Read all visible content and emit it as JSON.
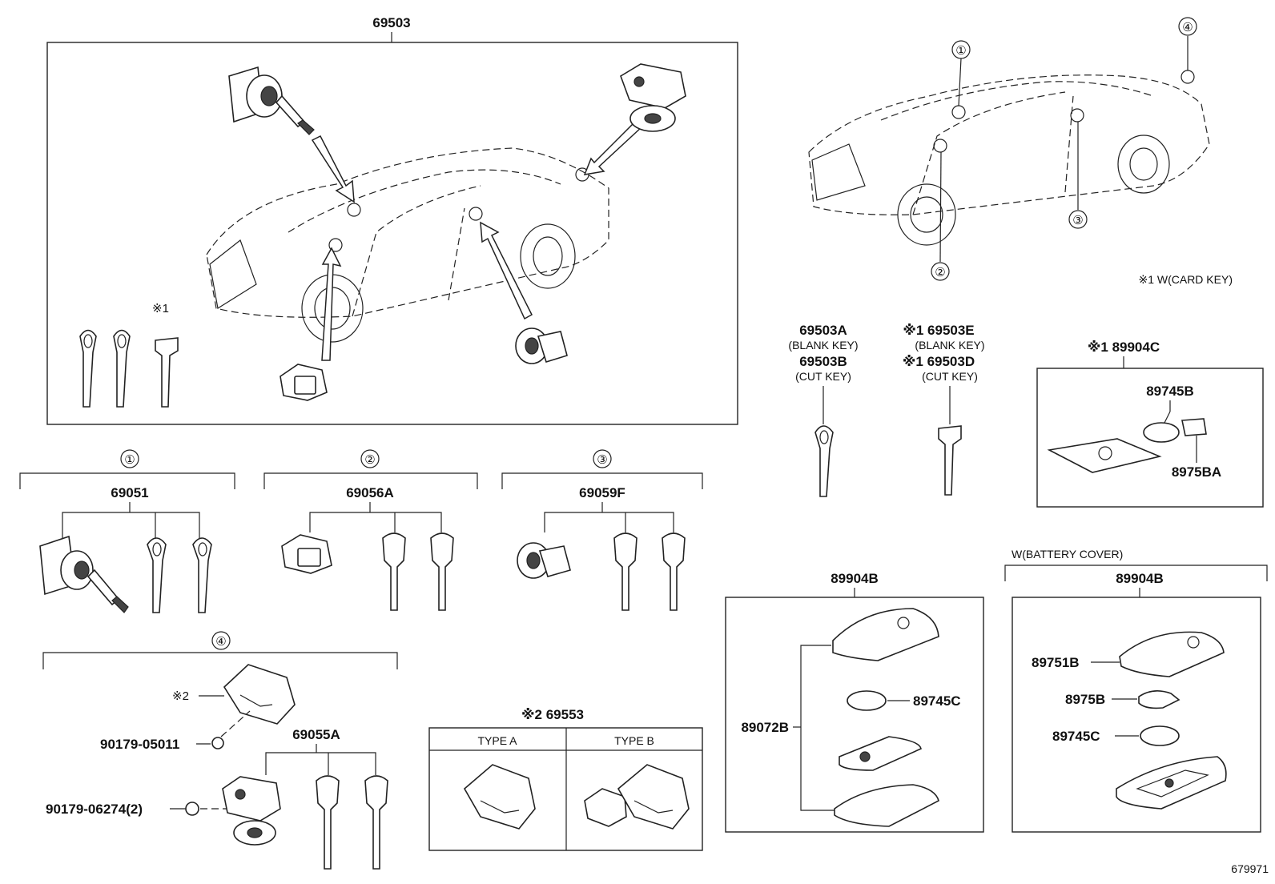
{
  "diagram": {
    "main_assembly": "69503",
    "main_note_mark": "※1",
    "callouts": [
      "①",
      "②",
      "③",
      "④"
    ],
    "right_note": "※1 W(CARD KEY)",
    "blank_keys": {
      "a_num": "69503A",
      "a_desc": "(BLANK KEY)",
      "b_num": "69503B",
      "b_desc": "(CUT KEY)",
      "e_num": "※1 69503E",
      "e_desc": "(BLANK KEY)",
      "d_num": "※1 69503D",
      "d_desc": "(CUT KEY)"
    },
    "card_key": {
      "title": "※1 89904C",
      "battery": "89745B",
      "cover": "8975BA"
    },
    "sets": {
      "s1": "69051",
      "s2": "69056A",
      "s3": "69059F"
    },
    "set4": {
      "note": "※2",
      "screw1": "90179-05011",
      "screw2": "90179-06274(2)",
      "cylinder": "69055A"
    },
    "housing": {
      "title": "※2 69553",
      "type_a": "TYPE A",
      "type_b": "TYPE B"
    },
    "fob1": {
      "title": "89904B",
      "case": "89072B",
      "battery": "89745C"
    },
    "fob2": {
      "header": "W(BATTERY COVER)",
      "title": "89904B",
      "cover": "89751B",
      "battery_cover": "8975B",
      "battery": "89745C"
    },
    "drawing_number": "679971"
  }
}
